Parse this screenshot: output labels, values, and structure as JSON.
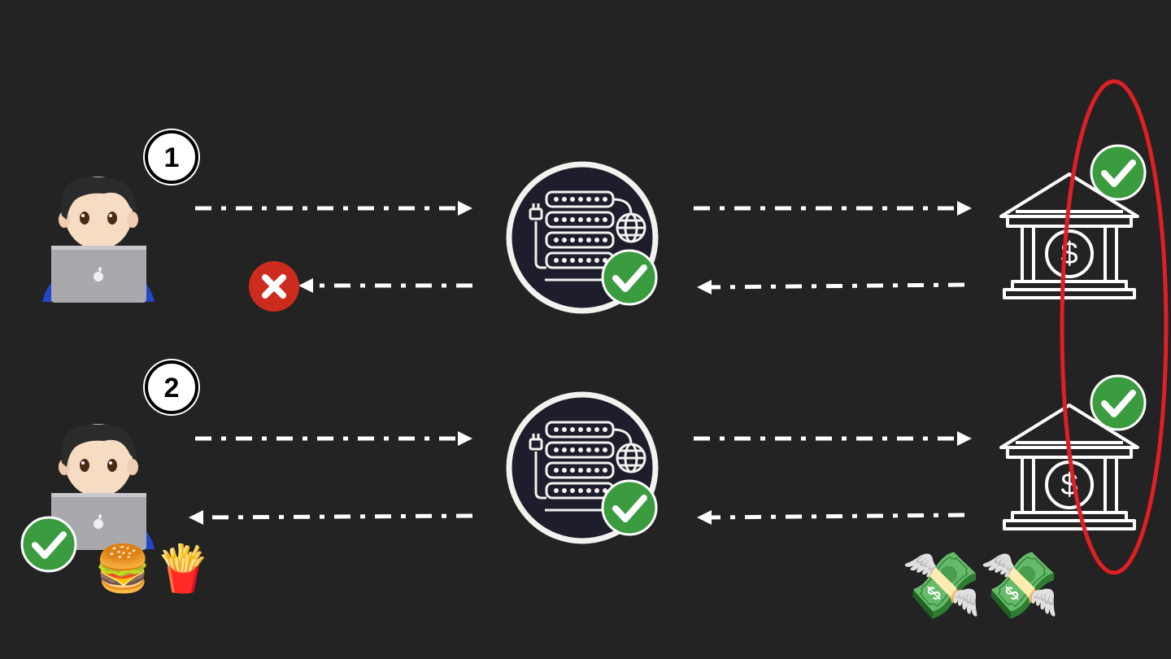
{
  "steps": [
    {
      "number": "1",
      "client_result": "failure",
      "server_status": "ok",
      "bank_status": "ok"
    },
    {
      "number": "2",
      "client_result": "success",
      "server_status": "ok",
      "bank_status": "ok",
      "client_rewards": [
        "burger-icon",
        "fries-icon"
      ],
      "bank_outflow": [
        "money-with-wings-icon",
        "money-with-wings-icon"
      ]
    }
  ],
  "colors": {
    "background": "#232323",
    "arrow": "#ffffff",
    "success": "#3a9b3f",
    "failure": "#cc2b1d",
    "highlight": "#e01e24"
  },
  "icons": {
    "client": "person-with-laptop-icon",
    "server": "server-rack-icon",
    "bank": "bank-building-icon"
  }
}
